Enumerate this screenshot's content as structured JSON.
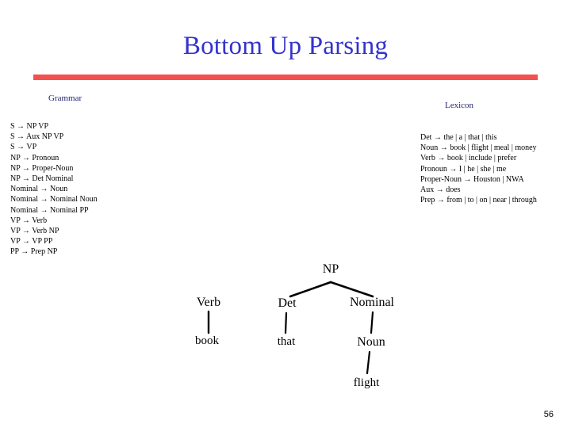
{
  "slide": {
    "title": "Bottom Up Parsing",
    "page_number": "56",
    "title_color": "#3333CC",
    "rule_color": "#F4504F",
    "caption_color": "#232372"
  },
  "grammar": {
    "caption": "Grammar",
    "rules": [
      "S → NP VP",
      "S → Aux NP VP",
      "S → VP",
      "NP → Pronoun",
      "NP → Proper-Noun",
      "NP → Det Nominal",
      "Nominal → Noun",
      "Nominal → Nominal Noun",
      "Nominal → Nominal PP",
      "VP → Verb",
      "VP → Verb NP",
      "VP → VP PP",
      "PP → Prep NP"
    ]
  },
  "lexicon": {
    "caption": "Lexicon",
    "rules": [
      "Det → the | a | that | this",
      "Noun → book | flight | meal | money",
      "Verb → book | include | prefer",
      "Pronoun → I | he | she | me",
      "Proper-Noun → Houston | NWA",
      "Aux → does",
      "Prep → from | to | on | near | through"
    ]
  },
  "parse_tree": {
    "nodes": {
      "np": "NP",
      "verb": "Verb",
      "det": "Det",
      "nominal": "Nominal",
      "noun": "Noun"
    },
    "leaves": {
      "book": "book",
      "that": "that",
      "flight": "flight"
    }
  }
}
